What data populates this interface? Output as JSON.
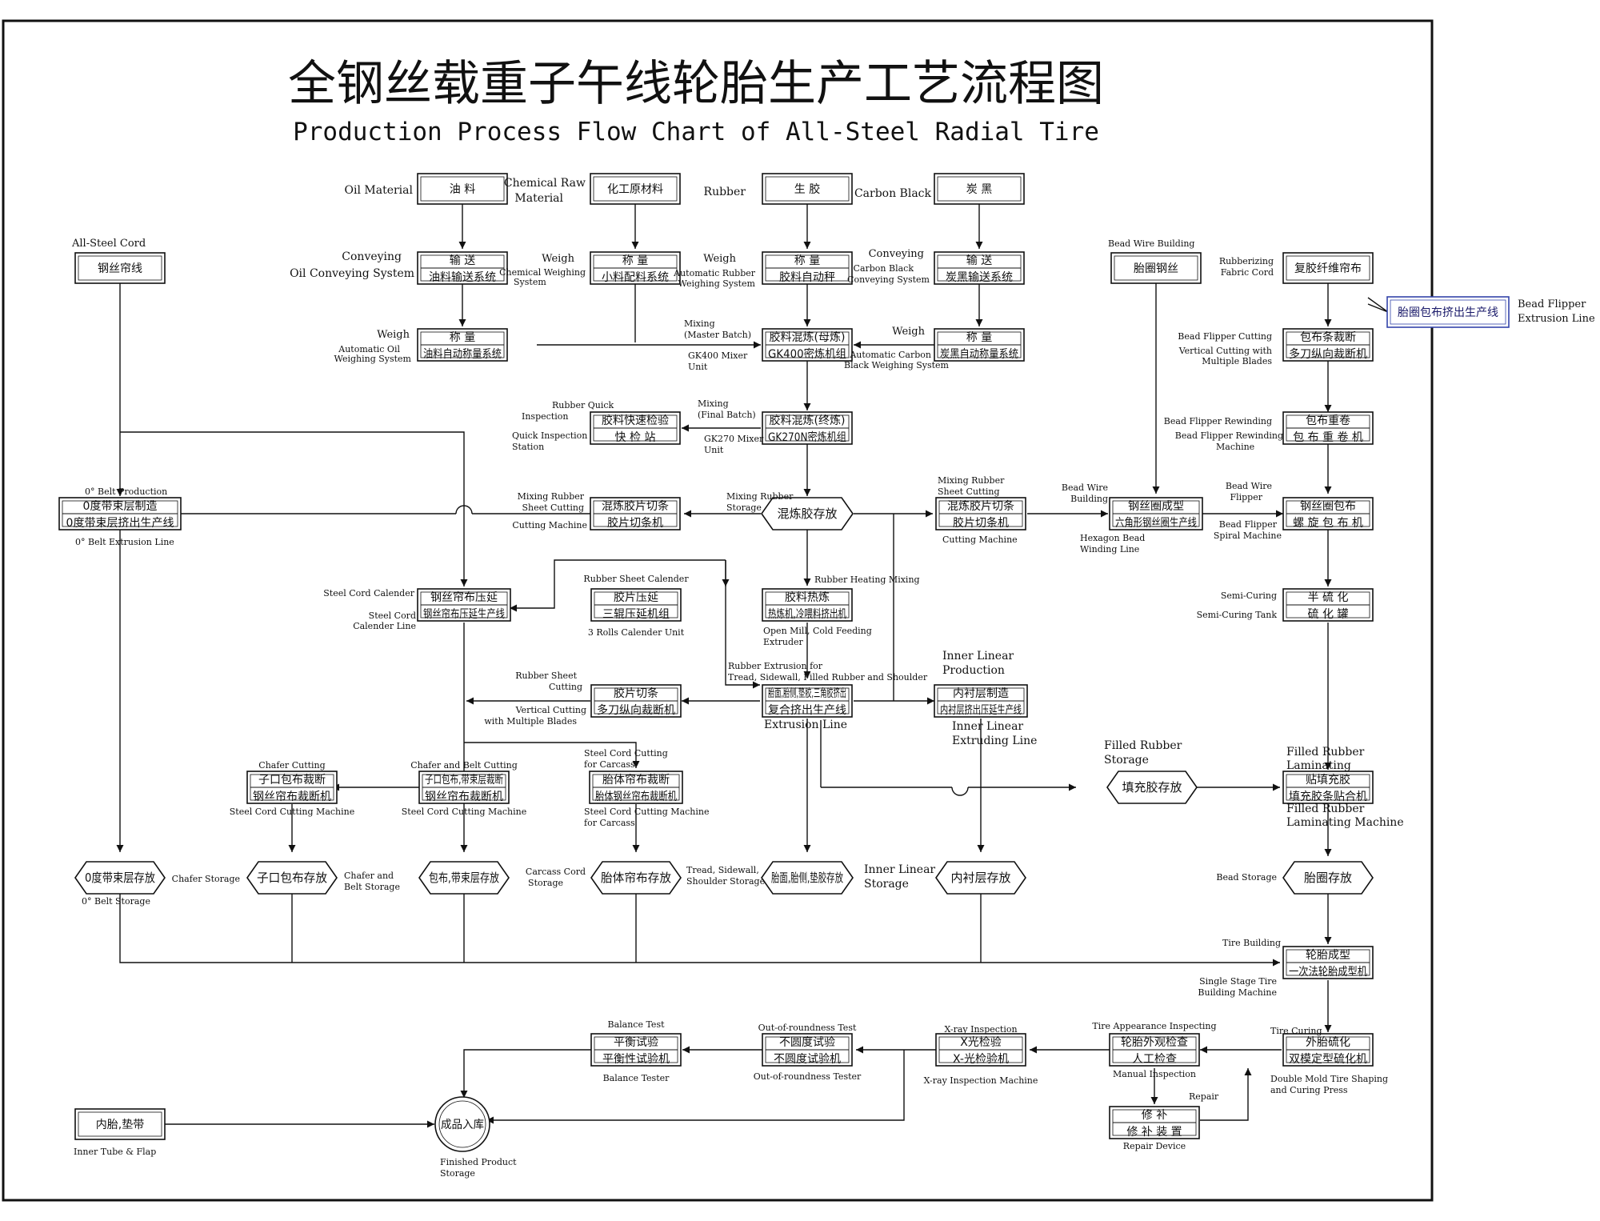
{
  "title": {
    "zh": "全钢丝载重子午线轮胎生产工艺流程图",
    "en": "Production Process Flow Chart of All-Steel Radial Tire"
  },
  "nodes": {
    "oil": {
      "zh": "油 料",
      "label": "Oil Material"
    },
    "chem": {
      "zh": "化工原材料",
      "label1": "Chemical Raw",
      "label2": "Material"
    },
    "rubber": {
      "zh": "生 胶",
      "label": "Rubber"
    },
    "carbon": {
      "zh": "炭 黑",
      "label": "Carbon Black"
    },
    "oil_conv": {
      "zh1": "输 送",
      "zh2": "油料输送系统",
      "label1": "Conveying",
      "label2": "Oil Conveying System"
    },
    "chem_weigh": {
      "zh1": "称 量",
      "zh2": "小料配料系统",
      "label1": "Weigh",
      "label2": "Chemical Weighing",
      "label3": "System"
    },
    "rub_weigh": {
      "zh1": "称 量",
      "zh2": "胶料自动秤",
      "label1": "Weigh",
      "label2": "Automatic Rubber",
      "label3": "Weighing System"
    },
    "cb_conv": {
      "zh1": "输 送",
      "zh2": "炭黑输送系统",
      "label1": "Conveying",
      "label2": "Carbon Black",
      "label3": "Conveying System"
    },
    "oil_weigh": {
      "zh1": "称 量",
      "zh2": "油料自动称量系统",
      "label1": "Weigh",
      "label2": "Automatic Oil",
      "label3": "Weighing System"
    },
    "master_mix": {
      "zh1": "胶料混炼(母炼)",
      "zh2": "GK400密炼机组",
      "label1": "Mixing",
      "label2": "(Master Batch)",
      "label3": "GK400 Mixer",
      "label4": "Unit"
    },
    "cb_weigh": {
      "zh1": "称 量",
      "zh2": "炭黑自动称量系统",
      "label1": "Weigh",
      "label2": "Automatic Carbon",
      "label3": "Black Weighing System"
    },
    "quick_insp": {
      "zh1": "胶料快速检验",
      "zh2": "快 检 站",
      "label1": "Rubber Quick",
      "label2": "Inspection",
      "label3": "Quick Inspection",
      "label4": "Station"
    },
    "final_mix": {
      "zh1": "胶料混炼(终炼)",
      "zh2": "GK270N密炼机组",
      "label1": "Mixing",
      "label2": "(Final Batch)",
      "label3": "GK270 Mixer",
      "label4": "Unit"
    },
    "steel_cord": {
      "zh": "钢丝帘线",
      "label": "All-Steel Cord"
    },
    "bead_wire": {
      "zh": "胎圈钢丝",
      "label": "Bead Wire Building"
    },
    "rubber_fabric": {
      "zh": "复胶纤维帘布",
      "label1": "Rubberizing",
      "label2": "Fabric Cord"
    },
    "flipper_ext": {
      "zh": "胎圈包布挤出生产线",
      "label1": "Bead Flipper",
      "label2": "Extrusion Line"
    },
    "flipper_cut": {
      "zh1": "包布条裁断",
      "zh2": "多刀纵向裁断机",
      "label1": "Bead Flipper Cutting",
      "label2": "Vertical Cutting with",
      "label3": "Multiple Blades"
    },
    "flipper_rewind": {
      "zh1": "包布重卷",
      "zh2": "包 布 重 卷 机",
      "label1": "Bead Flipper Rewinding",
      "label2": "Bead Flipper Rewinding",
      "label3": "Machine"
    },
    "belt0": {
      "zh1": "0度带束层制造",
      "zh2": "0度带束层挤出生产线",
      "label1": "0° Belt Production",
      "label2": "0° Belt Extrusion Line"
    },
    "sheet_cut_l": {
      "zh1": "混炼胶片切条",
      "zh2": "胶片切条机",
      "label1": "Mixing Rubber",
      "label2": "Sheet Cutting",
      "label3": "Cutting Machine"
    },
    "mix_storage": {
      "zh": "混炼胶存放",
      "label1": "Mixing Rubber",
      "label2": "Storage"
    },
    "sheet_cut_r": {
      "zh1": "混炼胶片切条",
      "zh2": "胶片切条机",
      "label1": "Mixing Rubber",
      "label2": "Sheet Cutting",
      "label3": "Cutting Machine"
    },
    "bead_build": {
      "zh1": "钢丝圈成型",
      "zh2": "六角形钢丝圈生产线",
      "label1": "Bead Wire",
      "label2": "Building",
      "label3": "Hexagon Bead",
      "label4": "Winding Line"
    },
    "bead_flipper": {
      "zh1": "钢丝圈包布",
      "zh2": "螺 旋 包 布 机",
      "label1": "Bead Wire",
      "label2": "Flipper",
      "label3": "Bead Flipper",
      "label4": "Spiral Machine"
    },
    "cord_cal": {
      "zh1": "钢丝帘布压延",
      "zh2": "钢丝帘布压延生产线",
      "label1": "Steel Cord Calender",
      "label2": "Steel Cord",
      "label3": "Calender Line"
    },
    "sheet_cal": {
      "zh1": "胶片压延",
      "zh2": "三辊压延机组",
      "label1": "Rubber Sheet Calender",
      "label2": "3 Rolls Calender Unit"
    },
    "heat_mix": {
      "zh1": "胶料热炼",
      "zh2": "热炼机,冷喂料挤出机",
      "label1": "Rubber Heating Mixing",
      "label2": "Open Mill, Cold Feeding",
      "label3": "Extruder"
    },
    "semi_cure": {
      "zh1": "半 硫 化",
      "zh2": "硫 化 罐",
      "label1": "Semi-Curing",
      "label2": "Semi-Curing Tank"
    },
    "sheet_cut2": {
      "zh1": "胶片切条",
      "zh2": "多刀纵向裁断机",
      "label1": "Rubber Sheet",
      "label2": "Cutting",
      "label3": "Vertical Cutting",
      "label4": "with Multiple Blades"
    },
    "extrusion": {
      "zh1": "胎面,胎侧,垫胶,三角胶挤出",
      "zh2": "复合挤出生产线",
      "label1": "Rubber Extrusion for",
      "label2": "Tread, Sidewall, Filled Rubber and Shoulder",
      "label3": "Extrusion Line"
    },
    "inner_liner": {
      "zh1": "内衬层制造",
      "zh2": "内衬层挤出压延生产线",
      "label1": "Inner Linear",
      "label2": "Production",
      "label3": "Inner Linear",
      "label4": "Extruding Line"
    },
    "chafer_cut": {
      "zh1": "子口包布裁断",
      "zh2": "钢丝帘布裁断机",
      "label1": "Chafer Cutting",
      "label2": "Steel Cord Cutting Machine"
    },
    "belt_cut": {
      "zh1": "子口包布,带束层裁断",
      "zh2": "钢丝帘布裁断机",
      "label1": "Chafer and Belt Cutting",
      "label2": "Steel Cord Cutting Machine"
    },
    "carcass_cut": {
      "zh1": "胎体帘布裁断",
      "zh2": "胎体钢丝帘布裁断机",
      "label1": "Steel Cord Cutting",
      "label2": "for Carcass",
      "label3": "Steel Cord Cutting Machine",
      "label4": "for Carcass"
    },
    "filled_storage": {
      "zh": "填充胶存放",
      "label1": "Filled Rubber",
      "label2": "Storage"
    },
    "filled_lam": {
      "zh1": "贴填充胶",
      "zh2": "填充胶条贴合机",
      "label1": "Filled Rubber",
      "label2": "Laminating",
      "label3": "Filled Rubber",
      "label4": "Laminating Machine"
    },
    "st_belt0": {
      "zh": "0度带束层存放",
      "label": "0° Belt Storage"
    },
    "st_chafer": {
      "zh": "子口包布存放",
      "label": "Chafer Storage"
    },
    "st_belt": {
      "zh": "包布,带束层存放",
      "label1": "Chafer and",
      "label2": "Belt Storage"
    },
    "st_carcass": {
      "zh": "胎体帘布存放",
      "label1": "Carcass Cord",
      "label2": "Storage"
    },
    "st_tread": {
      "zh": "胎面,胎侧,垫胶存放",
      "label1": "Tread, Sidewall,",
      "label2": "Shoulder Storage"
    },
    "st_liner": {
      "zh": "内衬层存放",
      "label1": "Inner Linear",
      "label2": "Storage"
    },
    "st_bead": {
      "zh": "胎圈存放",
      "label": "Bead Storage"
    },
    "tire_build": {
      "zh1": "轮胎成型",
      "zh2": "一次法轮胎成型机",
      "label1": "Tire Building",
      "label2": "Single Stage Tire",
      "label3": "Building Machine"
    },
    "balance": {
      "zh1": "平衡试验",
      "zh2": "平衡性试验机",
      "label1": "Balance Test",
      "label2": "Balance Tester"
    },
    "roundness": {
      "zh1": "不圆度试验",
      "zh2": "不圆度试验机",
      "label1": "Out-of-roundness Test",
      "label2": "Out-of-roundness Tester"
    },
    "xray": {
      "zh1": "X光检验",
      "zh2": "X-光检验机",
      "label1": "X-ray Inspection",
      "label2": "X-ray Inspection Machine"
    },
    "appearance": {
      "zh1": "轮胎外观检查",
      "zh2": "人工检查",
      "label1": "Tire Appearance Inspecting",
      "label2": "Manual Inspection"
    },
    "curing": {
      "zh1": "外胎硫化",
      "zh2": "双模定型硫化机",
      "label1": "Tire Curing",
      "label2": "Double Mold Tire Shaping",
      "label3": "and Curing Press"
    },
    "repair": {
      "zh1": "修 补",
      "zh2": "修 补 装 置",
      "label1": "Repair",
      "label2": "Repair Device"
    },
    "inner_tube": {
      "zh": "内胎,垫带",
      "label": "Inner Tube & Flap"
    },
    "finished": {
      "zh": "成品入库",
      "label1": "Finished Product",
      "label2": "Storage"
    }
  }
}
